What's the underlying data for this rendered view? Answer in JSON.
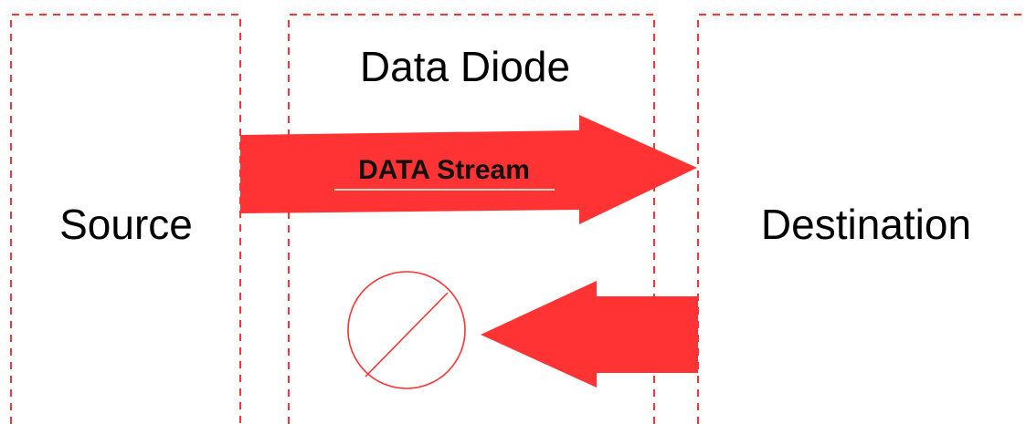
{
  "zones": {
    "source": {
      "label": "Source"
    },
    "diode": {
      "label": "Data Diode"
    },
    "destination": {
      "label": "Destination"
    }
  },
  "flow": {
    "forward_label": "DATA Stream"
  },
  "icons": {
    "blocked": "no-entry-icon"
  },
  "colors": {
    "accent": "#ff3333",
    "text": "#000000",
    "background": "#ffffff"
  }
}
